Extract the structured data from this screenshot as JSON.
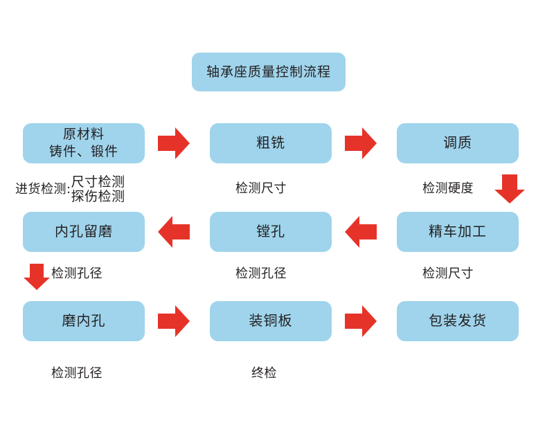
{
  "diagram": {
    "title": "轴承座质量控制流程",
    "colors": {
      "node_fill": "#9FD4EC",
      "arrow_red": "#E63329",
      "text": "#231F20",
      "background": "#FFFFFF"
    },
    "rows": [
      {
        "row": 1,
        "direction": "left-to-right",
        "nodes": [
          {
            "id": "raw-material",
            "line1": "原材料",
            "line2": "铸件、锻件",
            "caption_prefix": "进货检测:",
            "caption_lines": [
              "尺寸检测",
              "探伤检测"
            ]
          },
          {
            "id": "rough-milling",
            "line1": "粗铣",
            "caption": "检测尺寸"
          },
          {
            "id": "quench-temper",
            "line1": "调质",
            "caption": "检测硬度"
          }
        ]
      },
      {
        "row": 2,
        "direction": "right-to-left",
        "nodes": [
          {
            "id": "bore-grind-allowance",
            "line1": "内孔留磨",
            "caption": "检测孔径"
          },
          {
            "id": "boring",
            "line1": "镗孔",
            "caption": "检测孔径"
          },
          {
            "id": "finish-turning",
            "line1": "精车加工",
            "caption": "检测尺寸"
          }
        ]
      },
      {
        "row": 3,
        "direction": "left-to-right",
        "nodes": [
          {
            "id": "grind-inner-bore",
            "line1": "磨内孔",
            "caption": "检测孔径"
          },
          {
            "id": "install-copper-plate",
            "line1": "装铜板",
            "caption": "终检"
          },
          {
            "id": "package-ship",
            "line1": "包装发货",
            "caption": ""
          }
        ]
      }
    ],
    "arrows": {
      "right_1": "arrow-right",
      "right_2": "arrow-right",
      "left_1": "arrow-left",
      "left_2": "arrow-left",
      "right_3": "arrow-right",
      "right_4": "arrow-right",
      "down_right": "arrow-down",
      "down_left": "arrow-down"
    }
  }
}
